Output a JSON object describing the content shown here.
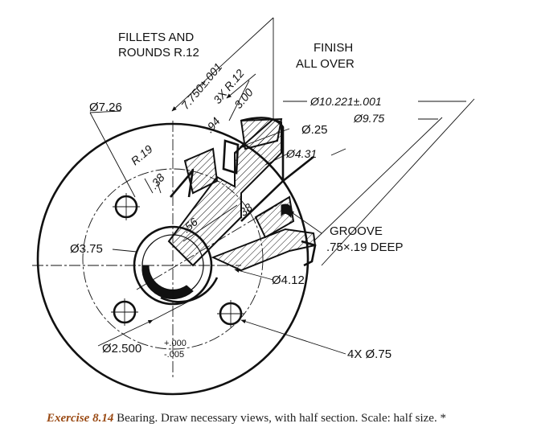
{
  "labels": {
    "fillets": "FILLETS AND",
    "rounds": "ROUNDS R.12",
    "finish": "FINISH",
    "all_over": "ALL OVER",
    "d726": "Ø7.26",
    "d10221": "Ø10.221±.001",
    "d975": "Ø9.75",
    "d025": "Ø.25",
    "d431": "Ø4.31",
    "d7750": "7.750±.001",
    "r12x3": "3X R.12",
    "d300": "3.00",
    "d94": ".94",
    "r19": "R.19",
    "d38a": ".38",
    "d56": ".56",
    "d38b": ".38",
    "d375": "Ø3.75",
    "groove": "GROOVE",
    "groove_depth": ".75×.19 DEEP",
    "d412": "Ø4.12",
    "holes": "4X Ø.75",
    "d2500": "Ø2.500",
    "tol_plus": "+.000",
    "tol_minus": "-.005"
  },
  "caption": {
    "number": "Exercise 8.14",
    "text": " Bearing. Draw necessary views, with half section. Scale: half size.  *"
  }
}
